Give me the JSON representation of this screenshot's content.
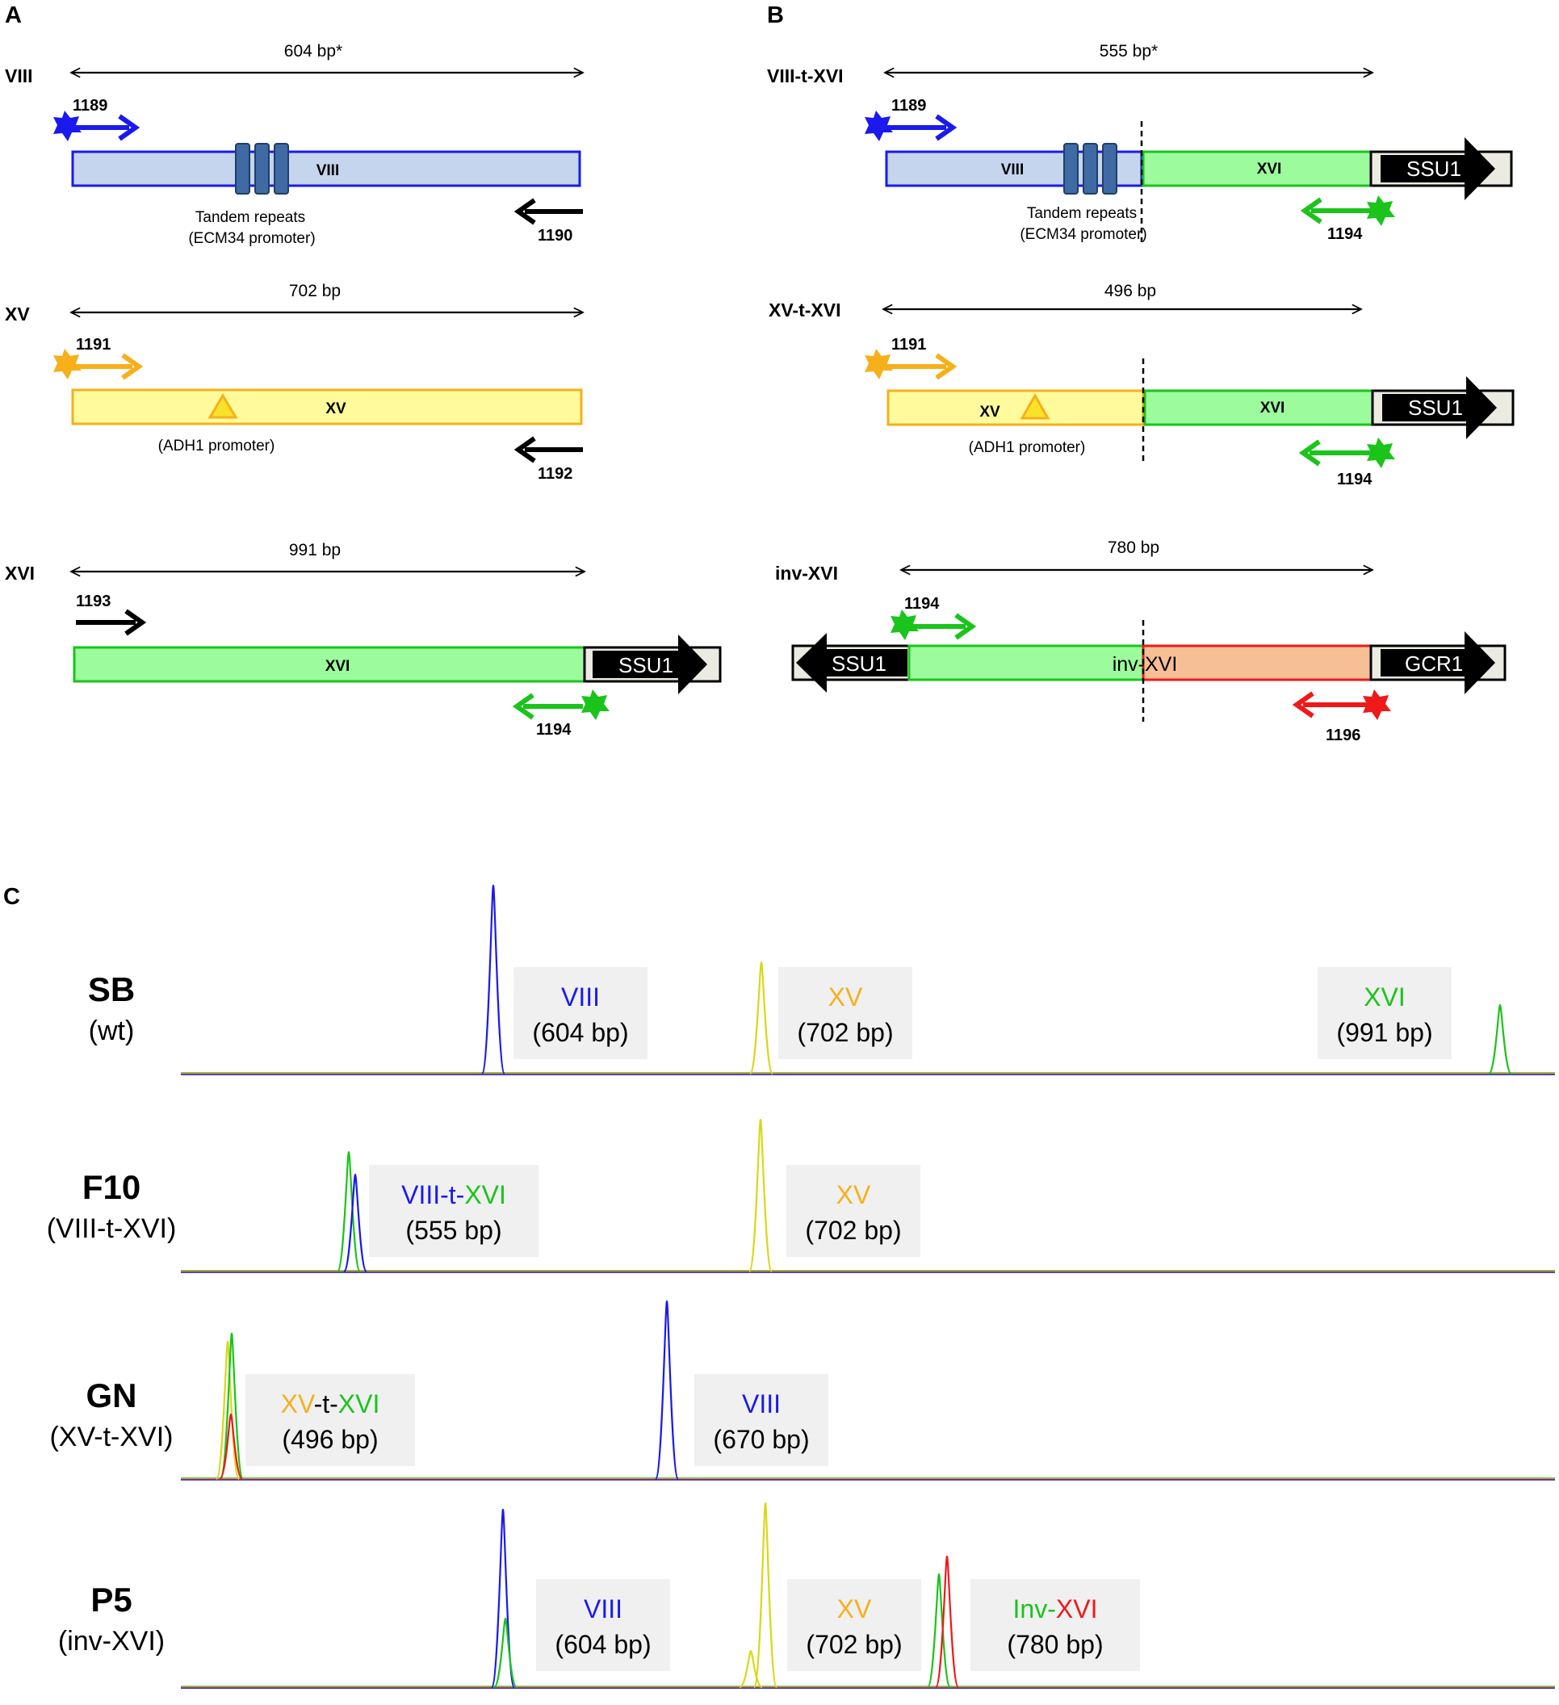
{
  "panels": {
    "A": "A",
    "B": "B",
    "C": "C"
  },
  "colors": {
    "blue": "#1a1aee",
    "blue_fill": "#c5d5ee",
    "orange": "#f5b01c",
    "yellow_fill": "#fffb9c",
    "green": "#1ac41a",
    "green_fill": "#9cfb9c",
    "red": "#ee1a1a",
    "salmon_fill": "#f7bf95",
    "repeat_fill": "#3f6aa3",
    "tail_fill": "#ecebe2"
  },
  "panelA": {
    "viii": {
      "label": "VIII",
      "length": "604 bp*",
      "primer_f": "1189",
      "primer_r": "1190",
      "box_label": "VIII",
      "note1": "Tandem repeats",
      "note2": "(ECM34 promoter)"
    },
    "xv": {
      "label": "XV",
      "length": "702 bp",
      "primer_f": "1191",
      "primer_r": "1192",
      "box_label": "XV",
      "note": "(ADH1 promoter)"
    },
    "xvi": {
      "label": "XVI",
      "length": "991 bp",
      "primer_f": "1193",
      "primer_r": "1194",
      "box_label": "XVI",
      "gene": "SSU1"
    }
  },
  "panelB": {
    "viii_t_xvi": {
      "label": "VIII-t-XVI",
      "length": "555 bp*",
      "primer_f": "1189",
      "primer_r": "1194",
      "box1": "VIII",
      "box2": "XVI",
      "gene": "SSU1",
      "note1": "Tandem repeats",
      "note2": "(ECM34 promoter)"
    },
    "xv_t_xvi": {
      "label": "XV-t-XVI",
      "length": "496 bp",
      "primer_f": "1191",
      "primer_r": "1194",
      "box1": "XV",
      "box2": "XVI",
      "gene": "SSU1",
      "note": "(ADH1 promoter)"
    },
    "inv_xvi": {
      "label": "inv-XVI",
      "length": "780 bp",
      "primer_f": "1194",
      "primer_r": "1196",
      "box": "inv-XVI",
      "gene_left": "SSU1",
      "gene_right": "GCR1"
    }
  },
  "panelC": {
    "rows": [
      {
        "strain": "SB",
        "genotype": "(wt)",
        "peaks": [
          {
            "parts": [
              {
                "text": "VIII",
                "color": "#1a1aee"
              }
            ],
            "size": "(604 bp)"
          },
          {
            "parts": [
              {
                "text": "XV",
                "color": "#f5b01c"
              }
            ],
            "size": "(702 bp)"
          },
          {
            "parts": [
              {
                "text": "XVI",
                "color": "#1ac41a"
              }
            ],
            "size": "(991 bp)"
          }
        ]
      },
      {
        "strain": "F10",
        "genotype": "(VIII-t-XVI)",
        "peaks": [
          {
            "parts": [
              {
                "text": "VIII",
                "color": "#1a1aee"
              },
              {
                "text": "-t-",
                "color": "#1a1aee"
              },
              {
                "text": "XVI",
                "color": "#1ac41a"
              }
            ],
            "size": "(555 bp)"
          },
          {
            "parts": [
              {
                "text": "XV",
                "color": "#f5b01c"
              }
            ],
            "size": "(702 bp)"
          }
        ]
      },
      {
        "strain": "GN",
        "genotype": "(XV-t-XVI)",
        "peaks": [
          {
            "parts": [
              {
                "text": "XV",
                "color": "#f5b01c"
              },
              {
                "text": "-t-",
                "color": "#000000"
              },
              {
                "text": "XVI",
                "color": "#1ac41a"
              }
            ],
            "size": "(496 bp)"
          },
          {
            "parts": [
              {
                "text": "VIII",
                "color": "#1a1aee"
              }
            ],
            "size": "(670 bp)"
          }
        ]
      },
      {
        "strain": "P5",
        "genotype": "(inv-XVI)",
        "peaks": [
          {
            "parts": [
              {
                "text": "VIII",
                "color": "#1a1aee"
              }
            ],
            "size": "(604 bp)"
          },
          {
            "parts": [
              {
                "text": "XV",
                "color": "#f5b01c"
              }
            ],
            "size": "(702 bp)"
          },
          {
            "parts": [
              {
                "text": "Inv-",
                "color": "#1ac41a"
              },
              {
                "text": "XVI",
                "color": "#ee1a1a"
              }
            ],
            "size": "(780 bp)"
          }
        ]
      }
    ]
  }
}
